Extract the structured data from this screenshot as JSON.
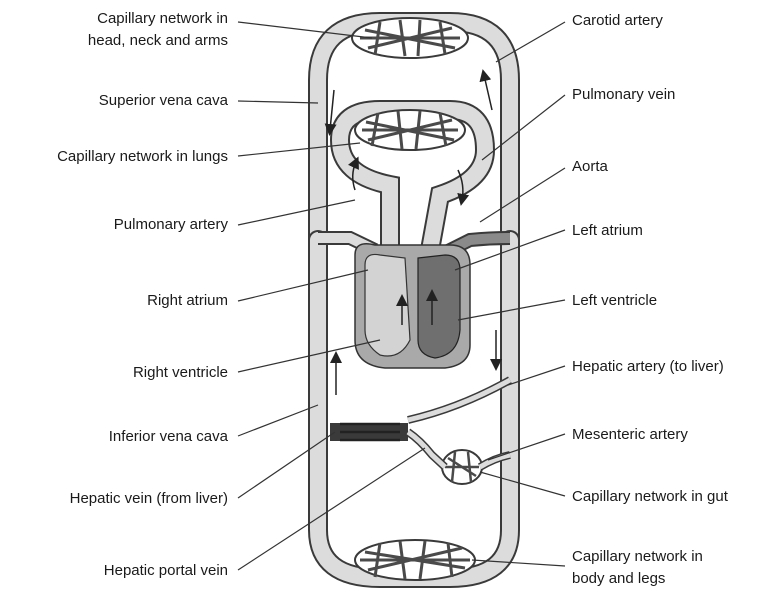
{
  "labels_left": [
    {
      "id": "capillary-head",
      "lines": [
        "Capillary network in",
        "head, neck and arms"
      ]
    },
    {
      "id": "superior-vena-cava",
      "lines": [
        "Superior vena cava"
      ]
    },
    {
      "id": "capillary-lungs",
      "lines": [
        "Capillary network in lungs"
      ]
    },
    {
      "id": "pulmonary-artery",
      "lines": [
        "Pulmonary artery"
      ]
    },
    {
      "id": "right-atrium",
      "lines": [
        "Right atrium"
      ]
    },
    {
      "id": "right-ventricle",
      "lines": [
        "Right ventricle"
      ]
    },
    {
      "id": "inferior-vena-cava",
      "lines": [
        "Inferior vena cava"
      ]
    },
    {
      "id": "hepatic-vein",
      "lines": [
        "Hepatic vein (from liver)"
      ]
    },
    {
      "id": "hepatic-portal-vein",
      "lines": [
        "Hepatic portal vein"
      ]
    }
  ],
  "labels_right": [
    {
      "id": "carotid-artery",
      "lines": [
        "Carotid artery"
      ]
    },
    {
      "id": "pulmonary-vein",
      "lines": [
        "Pulmonary vein"
      ]
    },
    {
      "id": "aorta",
      "lines": [
        "Aorta"
      ]
    },
    {
      "id": "left-atrium",
      "lines": [
        "Left atrium"
      ]
    },
    {
      "id": "left-ventricle",
      "lines": [
        "Left ventricle"
      ]
    },
    {
      "id": "hepatic-artery",
      "lines": [
        "Hepatic artery (to liver)"
      ]
    },
    {
      "id": "mesenteric-artery",
      "lines": [
        "Mesenteric artery"
      ]
    },
    {
      "id": "capillary-gut",
      "lines": [
        "Capillary network in gut"
      ]
    },
    {
      "id": "capillary-body",
      "lines": [
        "Capillary network in",
        "body and legs"
      ]
    }
  ],
  "colors": {
    "vessel_fill": "#dcdcdc",
    "vessel_stroke": "#3a3a3a",
    "heart_outer": "#a9a9a9",
    "right_heart": "#d3d3d3",
    "left_heart": "#6f6f6f",
    "capillary": "#4a4a4a",
    "leader": "#333333",
    "text": "#1a1a1a"
  }
}
